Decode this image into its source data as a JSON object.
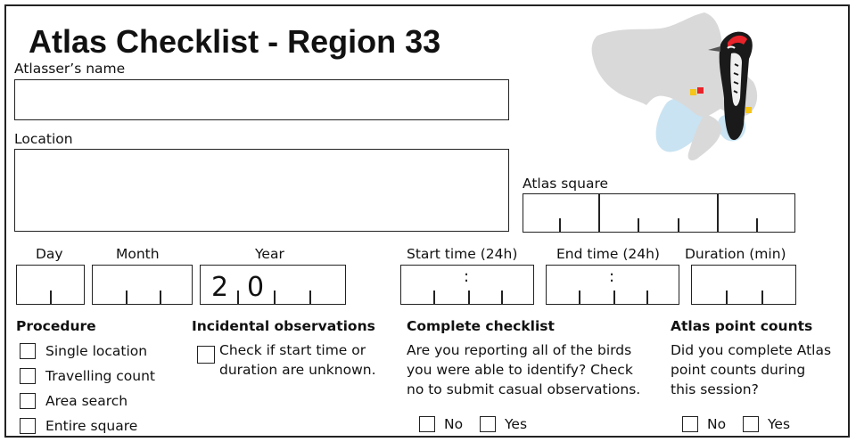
{
  "title": "Atlas Checklist - Region 33",
  "fields": {
    "atlasser_name_label": "Atlasser’s name",
    "location_label": "Location",
    "atlas_square_label": "Atlas square",
    "day_label": "Day",
    "month_label": "Month",
    "year_label": "Year",
    "year_prefix": [
      "2",
      "0"
    ],
    "start_time_label": "Start time (24h)",
    "end_time_label": "End time (24h)",
    "duration_label": "Duration (min)",
    "time_separator": ":"
  },
  "procedure": {
    "heading": "Procedure",
    "options": [
      "Single location",
      "Travelling count",
      "Area search",
      "Entire square"
    ]
  },
  "incidental": {
    "heading": "Incidental observations",
    "line1": "Check if start time or",
    "line2": "duration are unknown."
  },
  "complete_checklist": {
    "heading": "Complete checklist",
    "line1": "Are you reporting all of the birds",
    "line2": "you were able to identify? Check",
    "line3": "no to submit casual observations.",
    "no_label": "No",
    "yes_label": "Yes"
  },
  "point_counts": {
    "heading": "Atlas point counts",
    "line1": "Did you complete Atlas",
    "line2": "point counts during",
    "line3": "this session?",
    "no_label": "No",
    "yes_label": "Yes"
  },
  "colors": {
    "map_land": "#d9d9d9",
    "map_water": "#c9e3f2",
    "marker_red": "#e8232a",
    "marker_yellow": "#f5c518"
  }
}
